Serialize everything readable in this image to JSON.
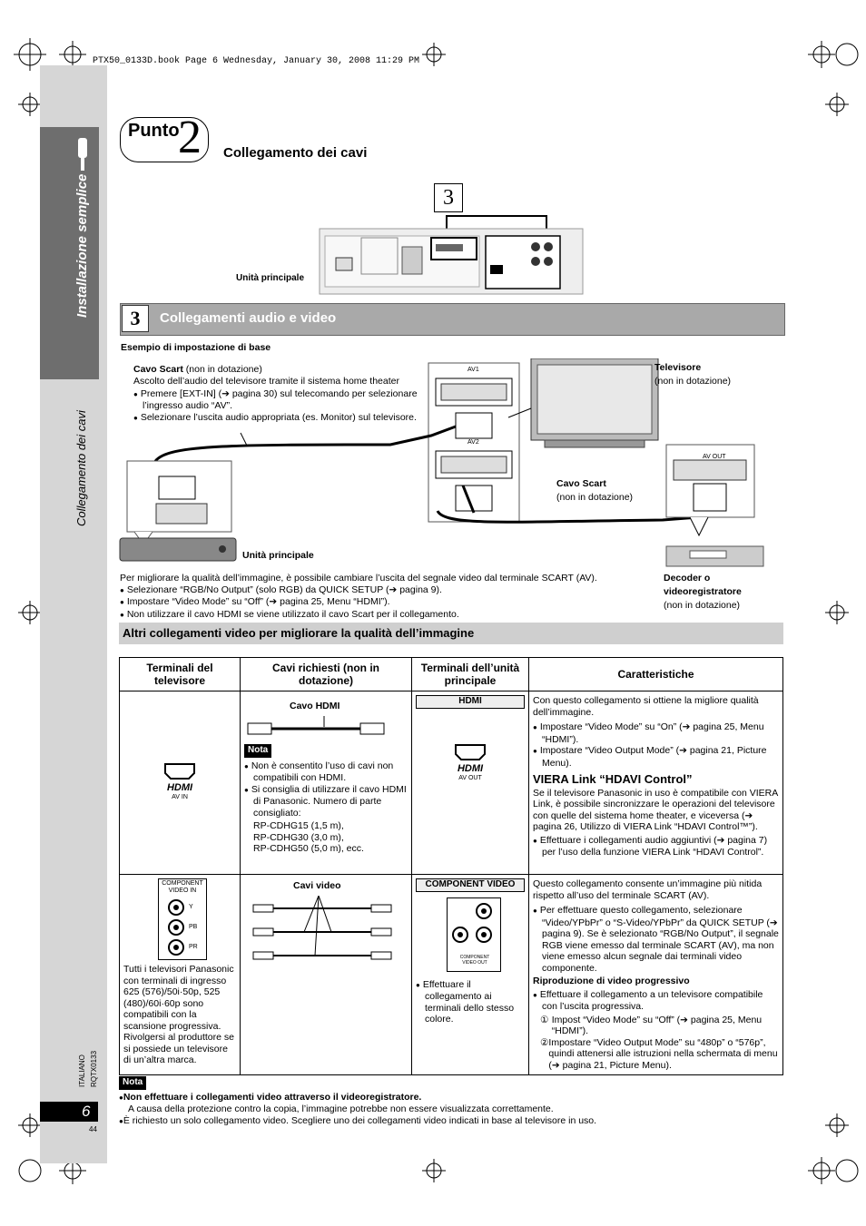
{
  "header": {
    "file_line": "PTX50_0133D.book  Page 6  Wednesday, January 30, 2008  11:29 PM"
  },
  "sidebar": {
    "section_title": "Installazione semplice",
    "subsection_title": "Collegamento dei cavi",
    "lang": "ITALIANO",
    "code": "RQTX0133",
    "page_number": "6",
    "sub_page": "44"
  },
  "step": {
    "word": "Punto",
    "number": "2",
    "title": "Collegamento dei cavi"
  },
  "top_figure": {
    "callout": "3",
    "label": "Unità principale"
  },
  "section3": {
    "number": "3",
    "title": "Collegamenti audio e video",
    "example_title": "Esempio di impostazione di base",
    "scart_label": "Cavo Scart",
    "scart_note": " (non in dotazione)",
    "scart_desc": "Ascolto dell’audio del televisore tramite il sistema home theater",
    "bullet1": "Premere [EXT-IN] (➔ pagina 30) sul telecomando per selezionare l’ingresso audio “AV”.",
    "bullet2": "Selezionare l’uscita audio appropriata (es. Monitor) sul televisore.",
    "tv_label": "Televisore",
    "tv_note": "(non in dotazione)",
    "av1": "AV1",
    "av2": "AV2",
    "av_out": "AV OUT",
    "scart2_label": "Cavo Scart",
    "scart2_note": "(non in dotazione)",
    "main_unit": "Unità principale",
    "decoder_label1": "Decoder o",
    "decoder_label2": "videoregistratore",
    "decoder_note": "(non in dotazione)",
    "quality_text": "Per migliorare la qualità dell’immagine, è possibile cambiare l’uscita del segnale video dal terminale SCART (AV).",
    "q_bullet1": "Selezionare “RGB/No Output” (solo RGB) da QUICK SETUP (➔ pagina 9).",
    "q_bullet2": "Impostare “Video Mode” su “Off” (➔ pagina 25, Menu “HDMI”).",
    "q_bullet3": "Non utilizzare il cavo HDMI se viene utilizzato il cavo Scart per il collegamento."
  },
  "altri": {
    "title": "Altri collegamenti video per migliorare la qualità dell’immagine",
    "headers": [
      "Terminali del televisore",
      "Cavi richiesti (non in dotazione)",
      "Terminali dell’unità principale",
      "Caratteristiche"
    ],
    "hdmi_row": {
      "tv_terminal": "AV IN",
      "cable_label": "Cavo HDMI",
      "nota": "Nota",
      "nota_b1": "Non è consentito l’uso di cavi non compatibili con HDMI.",
      "nota_b2": "Si consiglia di utilizzare il cavo HDMI di Panasonic. Numero di parte consigliato:",
      "parts": [
        "RP-CDHG15 (1,5 m),",
        "RP-CDHG30 (3,0 m),",
        "RP-CDHG50 (5,0 m), ecc."
      ],
      "unit_label": "HDMI",
      "unit_terminal": "AV OUT",
      "feat_intro": "Con questo collegamento si ottiene la migliore qualità dell’immagine.",
      "feat_b1": "Impostare “Video Mode” su “On” (➔ pagina 25, Menu “HDMI”).",
      "feat_b2": "Impostare “Video Output Mode” (➔ pagina 21, Picture Menu).",
      "viera_title": "VIERA Link “HDAVI Control”",
      "viera_text": "Se il televisore Panasonic in uso è compatibile con VIERA Link, è possibile sincronizzare le operazioni del televisore con quelle del sistema home theater, e viceversa (➔ pagina 26, Utilizzo di VIERA Link “HDAVI Control™”).",
      "viera_b1": "Effettuare i collegamenti audio aggiuntivi (➔ pagina 7) per l’uso della funzione VIERA Link “HDAVI Control”."
    },
    "comp_row": {
      "tv_title": "COMPONENT VIDEO IN",
      "y": "Y",
      "pb": "PB",
      "pr": "PR",
      "tv_text": "Tutti i televisori Panasonic con terminali di ingresso 625 (576)/50i·50p, 525 (480)/60i·60p sono compatibili con la scansione progressiva. Rivolgersi al produttore se si possiede un televisore di un’altra marca.",
      "cable_label": "Cavi video",
      "unit_label": "COMPONENT VIDEO",
      "unit_sub": "COMPONENT VIDEO OUT",
      "unit_b1": "Effettuare il collegamento ai terminali dello stesso colore.",
      "feat_intro": "Questo collegamento consente un’immagine più nitida rispetto all’uso del terminale SCART (AV).",
      "feat_b1": "Per effettuare questo collegamento, selezionare “Video/YPbPr” o “S-Video/YPbPr” da QUICK SETUP (➔ pagina 9). Se è selezionato “RGB/No Output”, il segnale RGB viene emesso dal terminale SCART (AV), ma non viene emesso alcun segnale dai terminali video componente.",
      "prog_title": "Riproduzione di video progressivo",
      "prog_b1": "Effettuare il collegamento a un televisore compatibile con l’uscita progressiva.",
      "step1": "Impost “Video Mode” su “Off” (➔ pagina 25, Menu “HDMI”).",
      "step2": "Impostare “Video Output Mode” su “480p” o “576p”, quindi attenersi alle istruzioni nella schermata di menu (➔ pagina 21, Picture Menu)."
    }
  },
  "bottom_note": {
    "label": "Nota",
    "b1_bold": "Non effettuare i collegamenti video attraverso il videoregistratore.",
    "b1_text": "A causa della protezione contro la copia, l’immagine potrebbe non essere visualizzata correttamente.",
    "b2": "È richiesto un solo collegamento video. Scegliere uno dei collegamenti video indicati in base al televisore in uso."
  }
}
